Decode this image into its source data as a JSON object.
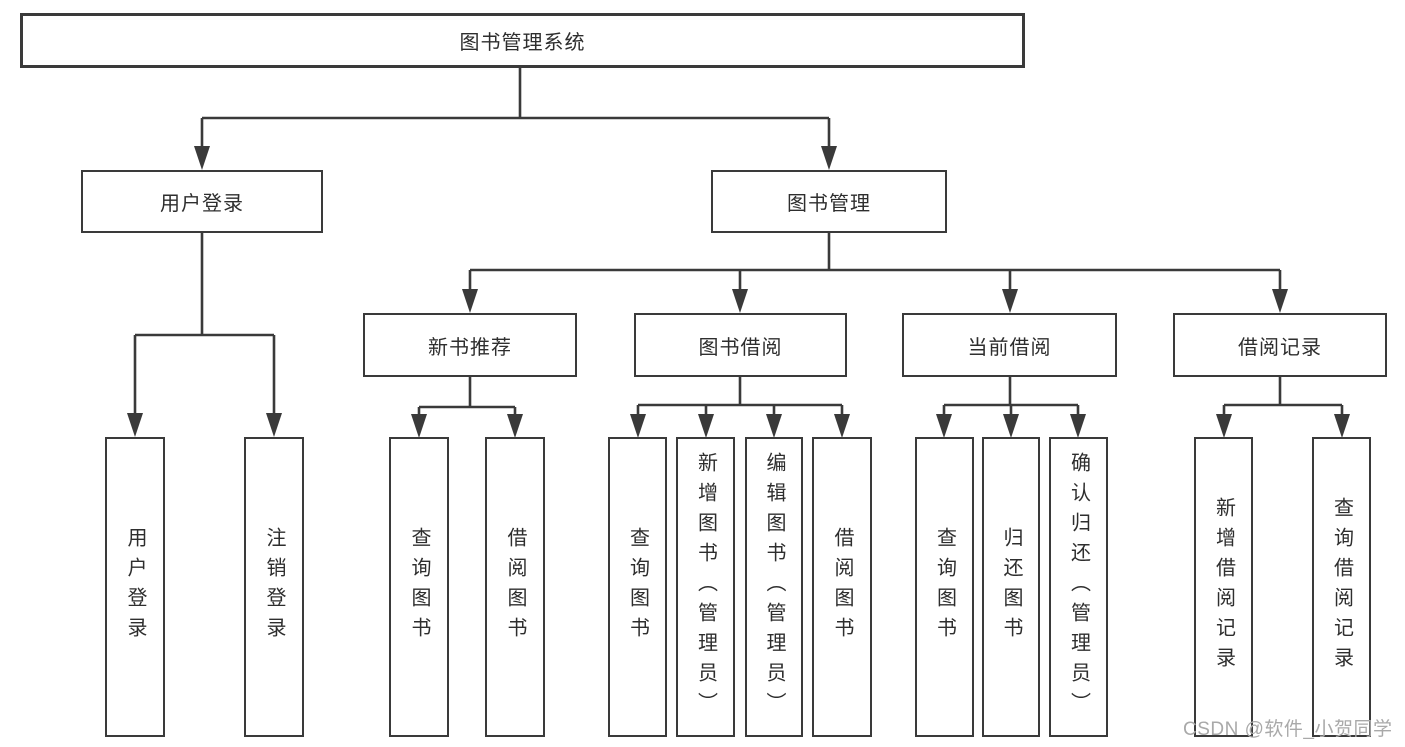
{
  "diagram_type": "hierarchy-tree",
  "colors": {
    "line": "#3a3a3a",
    "box_border": "#3a3a3a",
    "box_fill": "#ffffff",
    "text": "#2e2e2e",
    "watermark": "#a9a9a9"
  },
  "tree": {
    "label": "图书管理系统",
    "children": [
      {
        "label": "用户登录",
        "children": [
          {
            "label": "用户登录"
          },
          {
            "label": "注销登录"
          }
        ]
      },
      {
        "label": "图书管理",
        "children": [
          {
            "label": "新书推荐",
            "children": [
              {
                "label": "查询图书"
              },
              {
                "label": "借阅图书"
              }
            ]
          },
          {
            "label": "图书借阅",
            "children": [
              {
                "label": "查询图书"
              },
              {
                "label": "新增图书（管理员）"
              },
              {
                "label": "编辑图书（管理员）"
              },
              {
                "label": "借阅图书"
              }
            ]
          },
          {
            "label": "当前借阅",
            "children": [
              {
                "label": "查询图书"
              },
              {
                "label": "归还图书"
              },
              {
                "label": "确认归还（管理员）"
              }
            ]
          },
          {
            "label": "借阅记录",
            "children": [
              {
                "label": "新增借阅记录"
              },
              {
                "label": "查询借阅记录"
              }
            ]
          }
        ]
      }
    ]
  },
  "watermark": {
    "text": "CSDN @软件_小贺同学"
  }
}
